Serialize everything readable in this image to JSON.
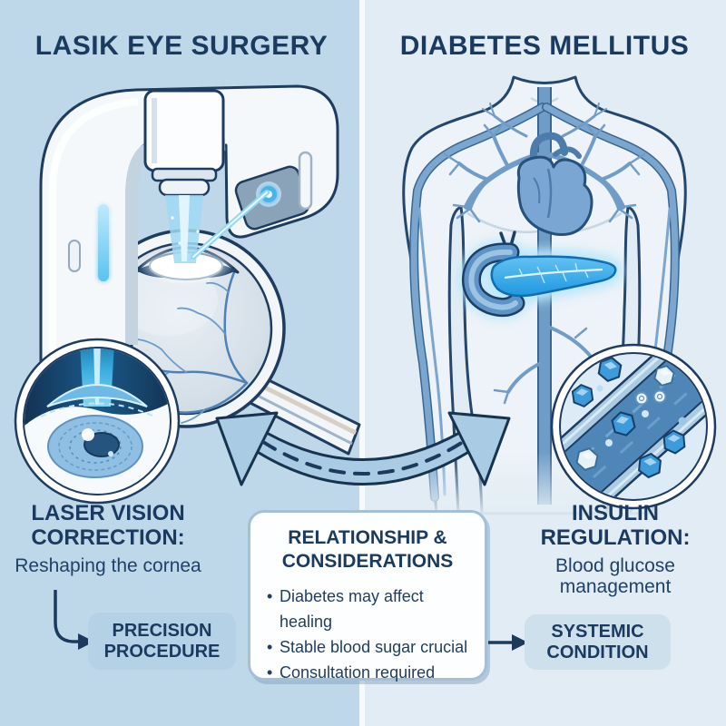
{
  "left_panel": {
    "title": "LASIK EYE SURGERY",
    "caption_heading": "LASER VISION CORRECTION:",
    "caption_text": "Reshaping the cornea",
    "badge_label": "PRECISION PROCEDURE"
  },
  "right_panel": {
    "title": "DIABETES MELLITUS",
    "caption_heading": "INSULIN REGULATION:",
    "caption_text": "Blood glucose management",
    "badge_label": "SYSTEMIC CONDITION"
  },
  "center_box": {
    "heading": "RELATIONSHIP & CONSIDERATIONS",
    "bullets": [
      "Diabetes may affect healing",
      "Stable blood sugar crucial",
      "Consultation required"
    ]
  },
  "illustrations": {
    "left": [
      "lasik-laser-machine",
      "eye-cross-section",
      "cornea-laser-closeup-inset"
    ],
    "right": [
      "torso-vascular-system",
      "heart",
      "glowing-pancreas",
      "blood-vessel-glucose-inset"
    ],
    "center": [
      "double-headed-curved-arrow"
    ]
  },
  "colors": {
    "navy_text": "#1b3a5f",
    "left_background": "#bed8ea",
    "right_background": "#e1ecf4",
    "arrow_fill": "#a9cbe3",
    "box_border": "#a3c0d6",
    "badge_left_fill": "#b5d1e6",
    "badge_right_fill": "#cde0ec",
    "laser_cyan": "#5bc2ee",
    "pancreas_blue": "#2da5e8"
  }
}
